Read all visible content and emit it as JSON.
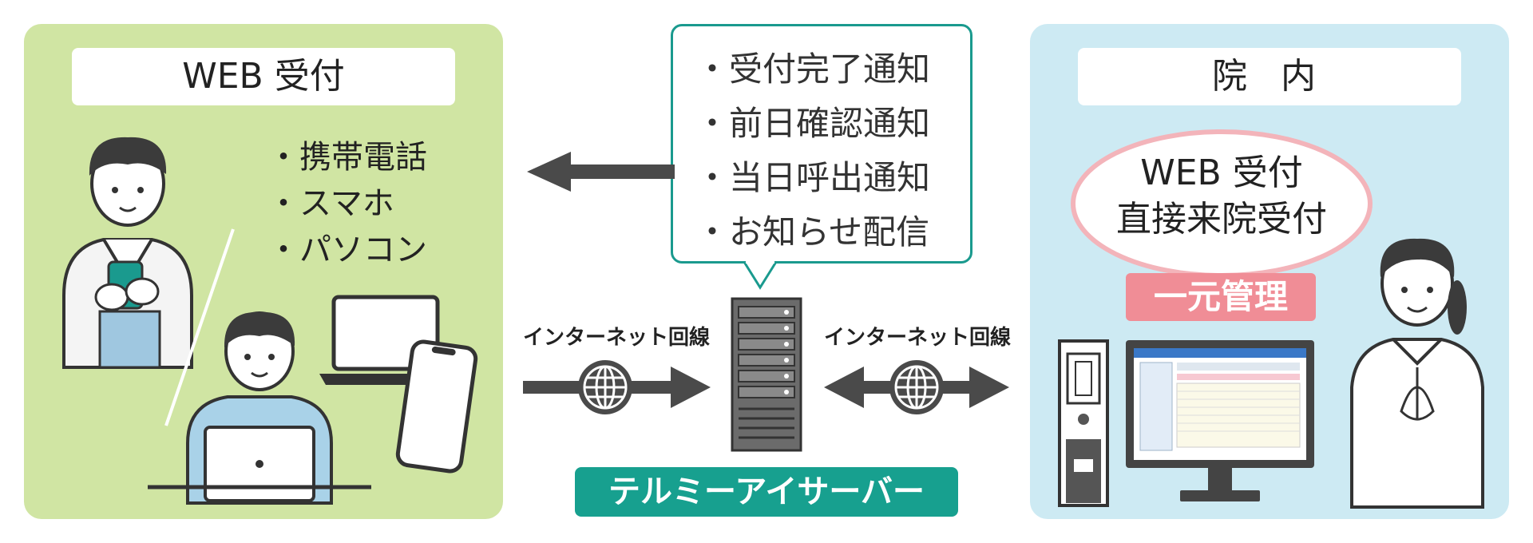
{
  "left_panel": {
    "title": "WEB 受付",
    "devices": [
      "携帯電話",
      "スマホ",
      "パソコン"
    ]
  },
  "right_panel": {
    "title": "院 内",
    "ellipse_lines": [
      "WEB 受付",
      "直接来院受付"
    ],
    "badge": "一元管理"
  },
  "notifications": [
    "受付完了通知",
    "前日確認通知",
    "当日呼出通知",
    "お知らせ配信"
  ],
  "network": {
    "left_label": "インターネット回線",
    "right_label": "インターネット回線"
  },
  "server": {
    "label": "テルミーアイサーバー"
  },
  "colors": {
    "left_bg": "#d0e5a3",
    "right_bg": "#cdeaf3",
    "teal": "#17a08f",
    "pink": "#f08d96",
    "arrow": "#4a4a4a"
  },
  "icons": [
    "person-with-phone-icon",
    "person-with-laptop-icon",
    "laptop-icon",
    "smartphone-icon",
    "globe-icon",
    "server-rack-icon",
    "desktop-tower-icon",
    "monitor-icon",
    "nurse-icon"
  ]
}
